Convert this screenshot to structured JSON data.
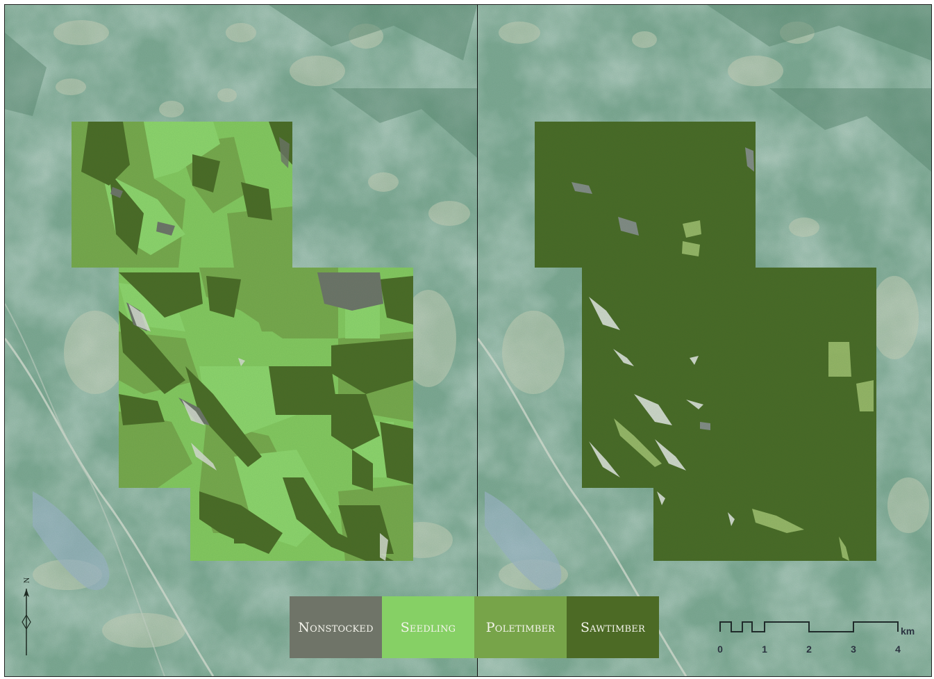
{
  "map": {
    "classes": [
      {
        "key": "nonstocked",
        "label": "Nonstocked",
        "color": "#6f7468"
      },
      {
        "key": "seedling",
        "label": "Seedling",
        "color": "#86d065"
      },
      {
        "key": "poletimber",
        "label": "Poletimber",
        "color": "#77a449"
      },
      {
        "key": "sawtimber",
        "label": "Sawtimber",
        "color": "#4c6a25"
      }
    ],
    "north_label": "N",
    "scale": {
      "unit": "km",
      "ticks": [
        "0",
        "1",
        "2",
        "3",
        "4"
      ]
    }
  }
}
